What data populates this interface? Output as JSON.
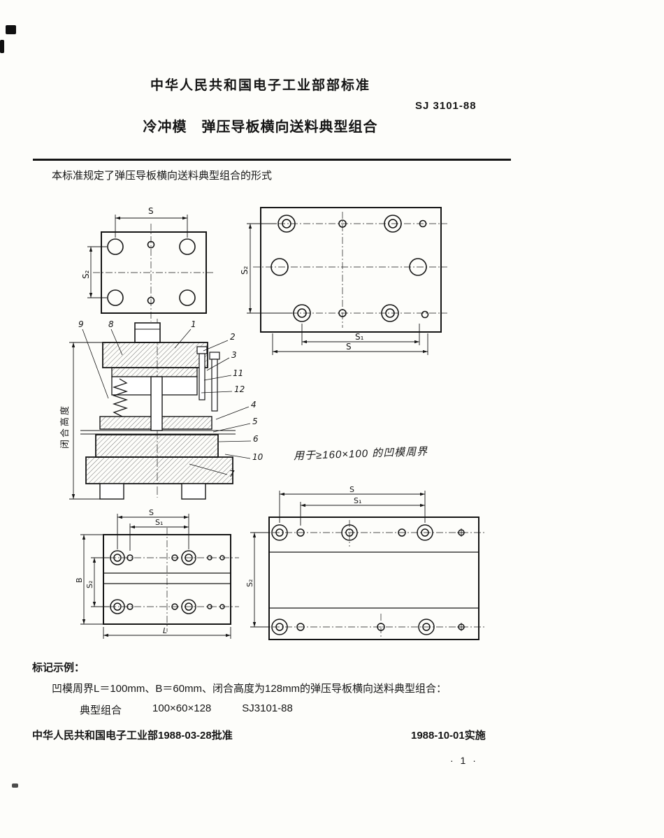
{
  "header": {
    "ministry_title": "中华人民共和国电子工业部部标准",
    "standard_no": "SJ 3101-88",
    "doc_title": "冷冲模　弹压导板横向送料典型组合"
  },
  "body": {
    "intro": "本标准规定了弹压导板横向送料典型组合的形式",
    "handwritten_note": "用于≥160×100 的凹模周界"
  },
  "drawings": {
    "closed_height": "闭合高度",
    "dims": {
      "s": "S",
      "s1": "S₁",
      "s2": "S₂",
      "b": "B",
      "l": "L"
    },
    "parts": {
      "n1": "1",
      "n2": "2",
      "n3": "3",
      "n4": "4",
      "n5": "5",
      "n6": "6",
      "n7": "7",
      "n8": "8",
      "n9": "9",
      "n10": "10",
      "n11": "11",
      "n12": "12"
    }
  },
  "example": {
    "heading": "标记示例：",
    "description": "凹模周界L＝100mm、B＝60mm、闭合高度为128mm的弹压导板横向送料典型组合：",
    "designation_label": "典型组合",
    "designation_size": "100×60×128",
    "designation_std": "SJ3101-88"
  },
  "footer": {
    "approval": "中华人民共和国电子工业部1988-03-28批准",
    "implementation": "1988-10-01实施",
    "page_number": "· 1 ·"
  }
}
